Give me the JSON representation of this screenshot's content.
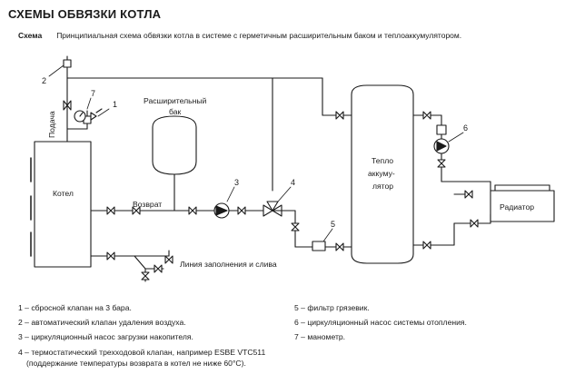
{
  "title": "СХЕМЫ ОБВЯЗКИ КОТЛА",
  "schema": {
    "label": "Схема",
    "description": "Принципиальная схема обвязки котла в системе с герметичным расширительным баком и теплоаккумулятором."
  },
  "diagram_labels": {
    "boiler": "Котел",
    "supply": "Подача",
    "return": "Возврат",
    "expansion_tank_line1": "Расширительный",
    "expansion_tank_line2": "бак",
    "accumulator_line1": "Тепло",
    "accumulator_line2": "аккуму-",
    "accumulator_line3": "лятор",
    "radiator": "Радиатор",
    "fill_drain": "Линия заполнения и слива"
  },
  "callouts": [
    "1",
    "2",
    "3",
    "4",
    "5",
    "6",
    "7"
  ],
  "legend": {
    "left": [
      "1 – сбросной клапан на 3 бара.",
      "2 – автоматический клапан удаления воздуха.",
      "3 – циркуляционный насос загрузки накопителя.",
      "4 – термостатический трехходовой клапан, например ESBE VTC511",
      "(поддержание температуры возврата в котел не ниже 60°C)."
    ],
    "right": [
      "5 – фильтр грязевик.",
      "6 – циркуляционный насос системы отопления.",
      "7 – манометр."
    ]
  }
}
